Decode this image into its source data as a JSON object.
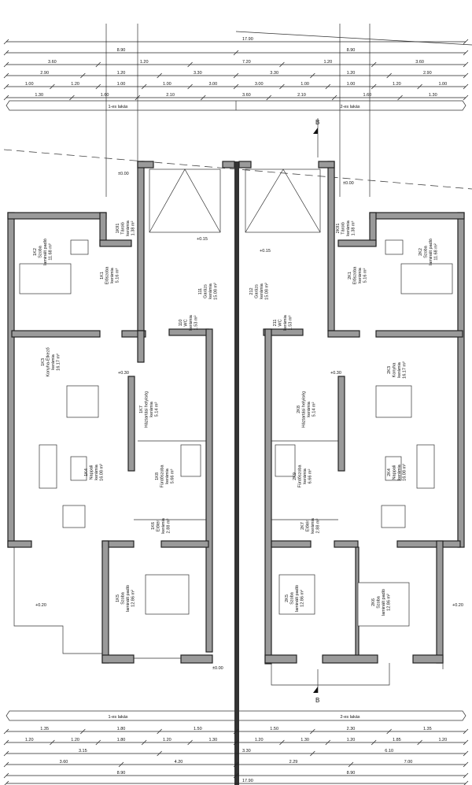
{
  "title": "Ikerház alaprajz",
  "units": {
    "left": "1-es lakás",
    "right": "2-es lakás"
  },
  "section_marker": "B",
  "levels": {
    "ground": "±0.00",
    "floor": "+0.30",
    "garage": "+0.15",
    "terrace": "+0.20"
  },
  "dimensions": {
    "top": [
      [
        "17.90"
      ],
      [
        "8.90",
        "8.90"
      ],
      [
        "3.60",
        "1.20",
        "7.20",
        "1.20",
        "3.60"
      ],
      [
        "2.90",
        "1.20",
        "3.30",
        "3.30",
        "1.20",
        "2.90"
      ],
      [
        "1.00",
        "1.20",
        "1.00",
        "1.00",
        "3.00",
        "3.00",
        "1.00",
        "1.00",
        "1.20",
        "1.00"
      ],
      [
        "1.30",
        "1.60",
        "2.10",
        "3.60",
        "2.10",
        "1.60",
        "1.30"
      ]
    ],
    "bottom": [
      [
        "1.35",
        "1.80",
        "1.50",
        "1.50",
        "2.30",
        "1.35"
      ],
      [
        "1.20",
        "1.20",
        "1.80",
        "1.20",
        "1.30",
        "1.20",
        "1.30",
        "1.20",
        "1.85",
        "1.20"
      ],
      [
        "3.15",
        "3.30",
        "6.10"
      ],
      [
        "3.60",
        "4.20",
        "2.29",
        "7.00"
      ],
      [
        "8.90",
        "8.90"
      ],
      [
        "17.90"
      ]
    ]
  },
  "rooms": [
    {
      "id": "1K1",
      "name": "Előszoba",
      "floor": "kerámia",
      "area": "5.16 m²"
    },
    {
      "id": "1K2",
      "name": "Szoba",
      "floor": "laminált padló",
      "area": "11.68 m²"
    },
    {
      "id": "1K3",
      "name": "Konyha-Étkező",
      "floor": "kerámia",
      "area": "16.17 m²"
    },
    {
      "id": "1K4",
      "name": "Nappali",
      "floor": "kerámia",
      "area": "16.08 m²"
    },
    {
      "id": "1K5",
      "name": "Szoba",
      "floor": "laminált padló",
      "area": "12.86 m²"
    },
    {
      "id": "1K6",
      "name": "Előtér",
      "floor": "kerámia",
      "area": "2.88 m²"
    },
    {
      "id": "1K7",
      "name": "Háztartási helyiség",
      "floor": "kerámia",
      "area": "5.14 m²"
    },
    {
      "id": "1K8",
      "name": "Fürdőszoba",
      "floor": "kerámia",
      "area": "5.66 m²"
    },
    {
      "id": "1K91",
      "name": "Tároló",
      "floor": "kerámia",
      "area": "1.38 m²"
    },
    {
      "id": "111",
      "name": "Garázs",
      "floor": "kerámia",
      "area": "15.08 m²"
    },
    {
      "id": "110",
      "name": "WC",
      "floor": "kerámia",
      "area": "1.53 m²"
    },
    {
      "id": "2K1",
      "name": "Előszoba",
      "floor": "kerámia",
      "area": "5.16 m²"
    },
    {
      "id": "2K2",
      "name": "Szoba",
      "floor": "laminált padló",
      "area": "11.68 m²"
    },
    {
      "id": "2K3",
      "name": "Konyha",
      "floor": "kerámia",
      "area": "16.17 m²"
    },
    {
      "id": "2K4",
      "name": "Nappali",
      "floor": "kerámia",
      "area": "16.08 m²"
    },
    {
      "id": "2K5",
      "name": "Szoba",
      "floor": "laminált padló",
      "area": "12.86 m²"
    },
    {
      "id": "2K6",
      "name": "Szoba",
      "floor": "laminált padló",
      "area": "12.86 m²"
    },
    {
      "id": "2K7",
      "name": "Előtér",
      "floor": "kerámia",
      "area": "2.88 m²"
    },
    {
      "id": "2K8",
      "name": "Háztartási helyiség",
      "floor": "kerámia",
      "area": "5.14 m²"
    },
    {
      "id": "2K9",
      "name": "Fürdőszoba",
      "floor": "kerámia",
      "area": "6.66 m²"
    },
    {
      "id": "2K91",
      "name": "Tároló",
      "floor": "kerámia",
      "area": "1.38 m²"
    },
    {
      "id": "212",
      "name": "Garázs",
      "floor": "kerámia",
      "area": "15.08 m²"
    },
    {
      "id": "211",
      "name": "WC",
      "floor": "kerámia",
      "area": "1.53 m²"
    }
  ]
}
